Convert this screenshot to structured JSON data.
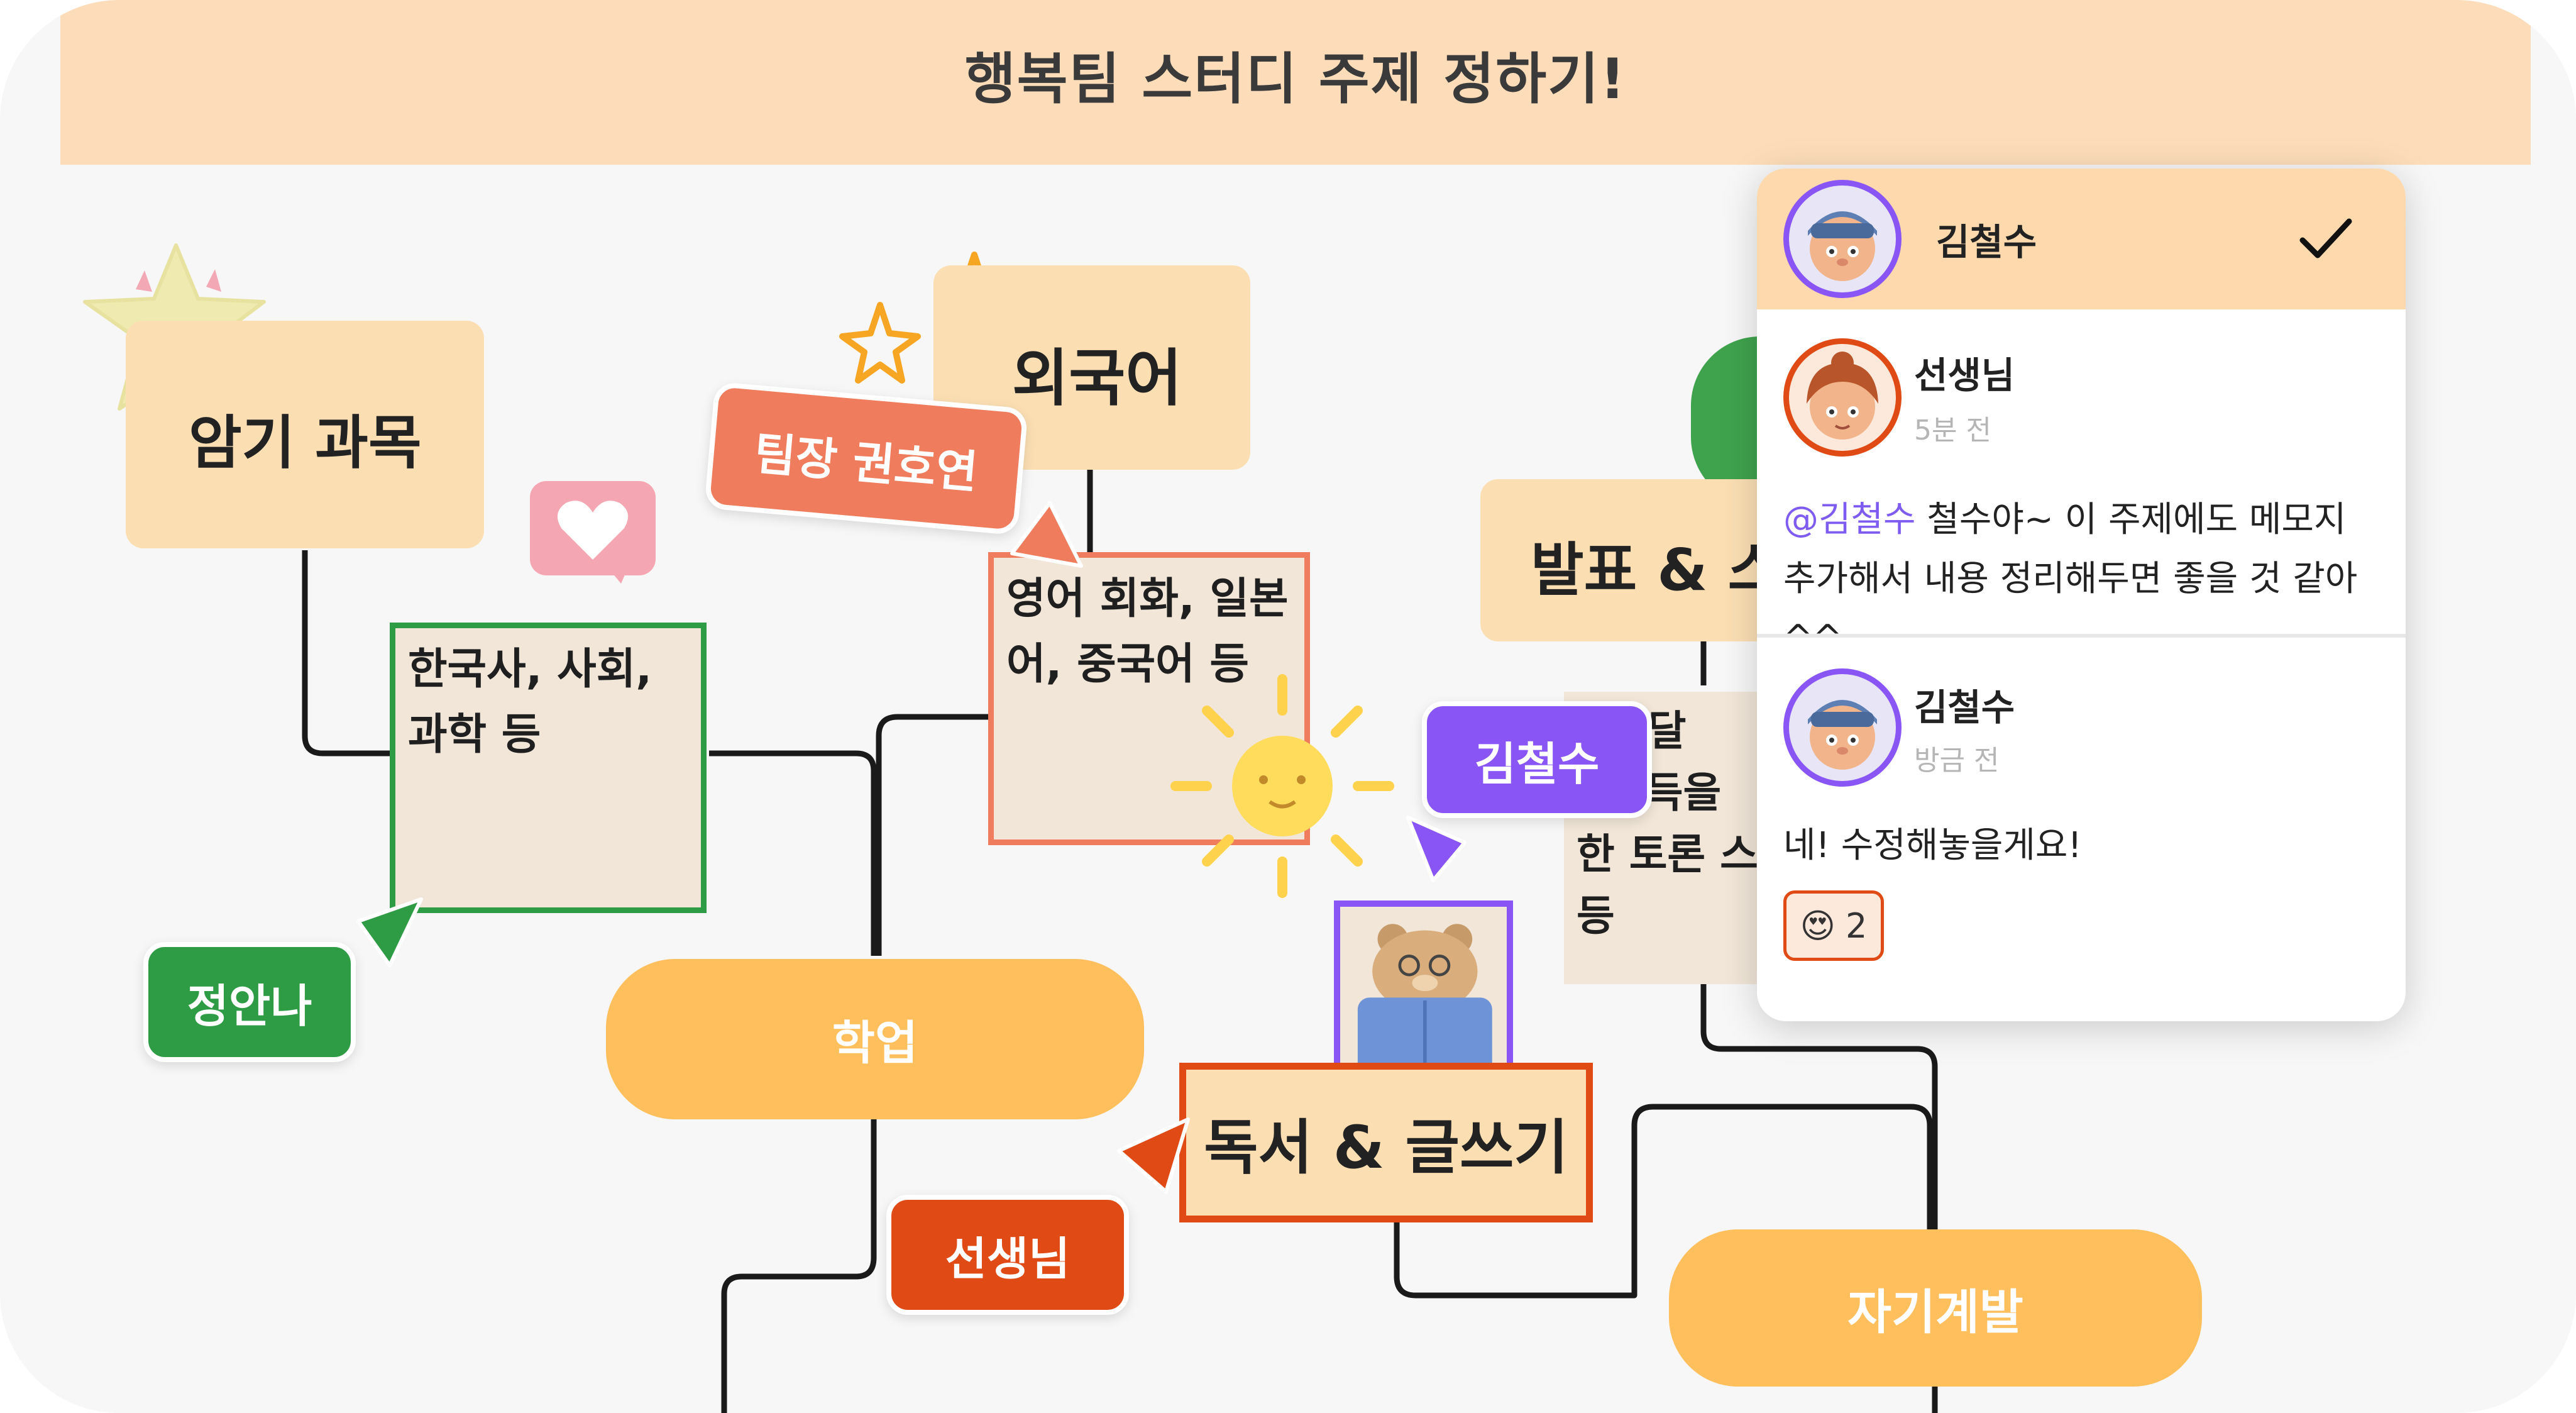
{
  "header": {
    "title": "행복팀 스터디 주제 정하기!"
  },
  "board": {
    "notes": {
      "memorize": "암기 과목",
      "foreign": "외국어",
      "presentation": "발표 & 스"
    },
    "stickies": {
      "memorize_detail": "한국사, 사회,\n과학 등",
      "foreign_detail": "영어 회화, 일본\n어, 중국어 등",
      "presentation_detail": "! 전달\n, 설득을\n한 토론 스\n등"
    },
    "pills": {
      "study": "학업",
      "self_dev": "자기계발"
    },
    "reading_box": "독서 & 글쓰기"
  },
  "cursors": [
    {
      "id": "leader",
      "label": "팀장 권호연",
      "color": "#ef7c5c"
    },
    {
      "id": "kim",
      "label": "김철수",
      "color": "#8a55f5"
    },
    {
      "id": "jung",
      "label": "정안나",
      "color": "#2e9b45"
    },
    {
      "id": "teacher",
      "label": "선생님",
      "color": "#e04a15"
    }
  ],
  "comments": {
    "resolved_icon": "check-icon",
    "thread_owner": {
      "name": "김철수"
    },
    "items": [
      {
        "author": "선생님",
        "time": "5분 전",
        "mention": "@김철수",
        "text": " 철수야~ 이 주제에도 메모지 추가해서 내용 정리해두면 좋을 것 같아^^"
      },
      {
        "author": "김철수",
        "time": "방금 전",
        "text": "네! 수정해놓을게요!",
        "reaction": {
          "emoji": "😍",
          "count": "2"
        }
      }
    ]
  },
  "colors": {
    "banner": "#fdddb9",
    "note": "#fbdfb3",
    "pill": "#ffbf5c",
    "sticky": "#f1e6d8",
    "leader": "#ef7c5c",
    "kim": "#8a55f5",
    "jung": "#2e9b45",
    "teacher": "#e04a15"
  }
}
